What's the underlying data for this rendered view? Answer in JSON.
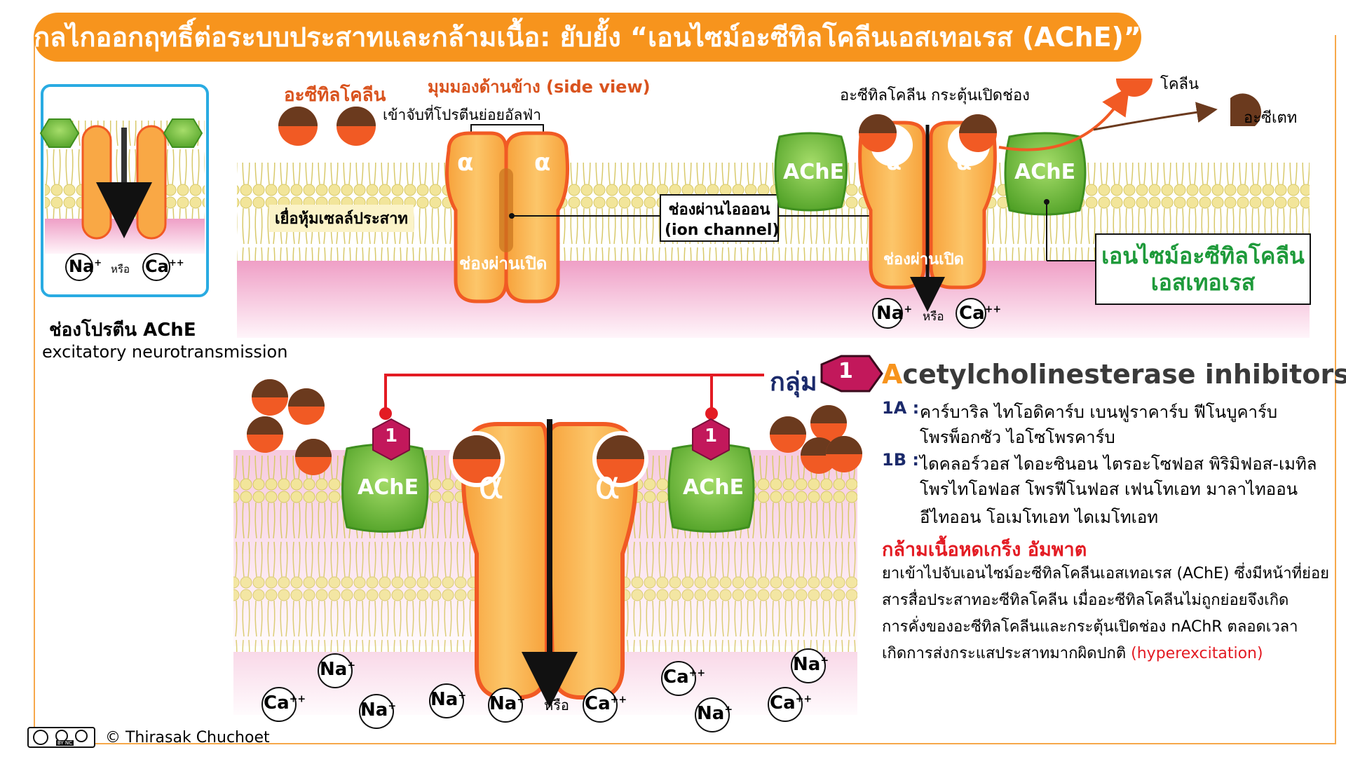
{
  "title": "กลไกออกฤทธิ์ต่อระบบประสาทและกล้ามเนื้อ: ยับยั้ง “เอนไซม์อะซีทิลโคลีนเอสเทอเรส (AChE)”",
  "inset": {
    "ion_text": "Na",
    "ion_sup": "+",
    "or": "หรือ",
    "ion2_text": "Ca",
    "ion2_sup": "++",
    "caption_line1": "ช่องโปรตีน AChE",
    "caption_line2": "excitatory neurotransmission"
  },
  "top": {
    "acetylcholine_label": "อะซีทิลโคลีน",
    "side_view_label": "มุมมองด้านข้าง (side view)",
    "binds_alpha_label": "เข้าจับที่โปรตีนย่อยอัลฟ่า",
    "alpha": "α",
    "membrane_label": "เยื่อหุ้มเซลล์ประสาท",
    "channel_open": "ช่องผ่านเปิด",
    "ion_channel_line1": "ช่องผ่านไอออน",
    "ion_channel_line2": "(ion channel)",
    "ach_opens_label": "อะซีทิลโคลีน กระตุ้นเปิดช่อง",
    "choline_label": "โคลีน",
    "acetate_label": "อะซีเตท",
    "ache": "AChE",
    "ache_name_line1": "เอนไซม์อะซีทิลโคลีน",
    "ache_name_line2": "เอสเทอเรส",
    "ion_na": "Na",
    "ion_na_sup": "+",
    "or": "หรือ",
    "ion_ca": "Ca",
    "ion_ca_sup": "++"
  },
  "group": {
    "prefix": "กลุ่ม",
    "number": "1",
    "name_first_letter": "A",
    "name_rest": "cetylcholinesterase inhibitors",
    "sub_1a_label": "1A :",
    "sub_1a_line1": "คาร์บาริล ไทโอดิคาร์บ เบนฟูราคาร์บ ฟีโนบูคาร์บ",
    "sub_1a_line2": "โพรพ็อกซัว ไอโซโพรคาร์บ",
    "sub_1b_label": "1B :",
    "sub_1b_line1": "ไดคลอร์วอส ไดอะซินอน ไตรอะโซฟอส พิริมิฟอส-เมทิล",
    "sub_1b_line2": "โพรไทโอฟอส โพรฟีโนฟอส เฟนโทเอท มาลาไทออน",
    "sub_1b_line3": "อีไทออน โอเมโทเอท ไดเมโทเอท",
    "symptom": "กล้ามเนื้อหดเกร็ง อัมพาต",
    "desc_line1": "ยาเข้าไปจับเอนไซม์อะซีทิลโคลีนเอสเทอเรส (AChE) ซึ่งมีหน้าที่ย่อย",
    "desc_line2": "สารสื่อประสาทอะซีทิลโคลีน เมื่ออะซีทิลโคลีนไม่ถูกย่อยจึงเกิด",
    "desc_line3": "การคั่งของอะซีทิลโคลีนและกระตุ้นเปิดช่อง nAChR ตลอดเวลา",
    "desc_line4_black": "เกิดการส่งกระแสประสาทมากผิดปกติ ",
    "desc_line4_red": "(hyperexcitation)"
  },
  "bottom": {
    "ache": "AChE",
    "badge": "1",
    "alpha": "α",
    "or": "หรือ",
    "na": "Na",
    "na_sup": "+",
    "ca": "Ca",
    "ca_sup": "++"
  },
  "credit": "© Thirasak Chuchoet",
  "cc_badge": "BY NC",
  "colors": {
    "orange": "#f7941d",
    "channel": "#f9a845",
    "channel_edge": "#f15a24",
    "ache_green": "#7cc242",
    "ache_dark": "#3f8f1f",
    "magenta": "#c2185b",
    "brown": "#6b3a1e",
    "red_line": "#e31b23",
    "green_text": "#1e9a3a"
  }
}
